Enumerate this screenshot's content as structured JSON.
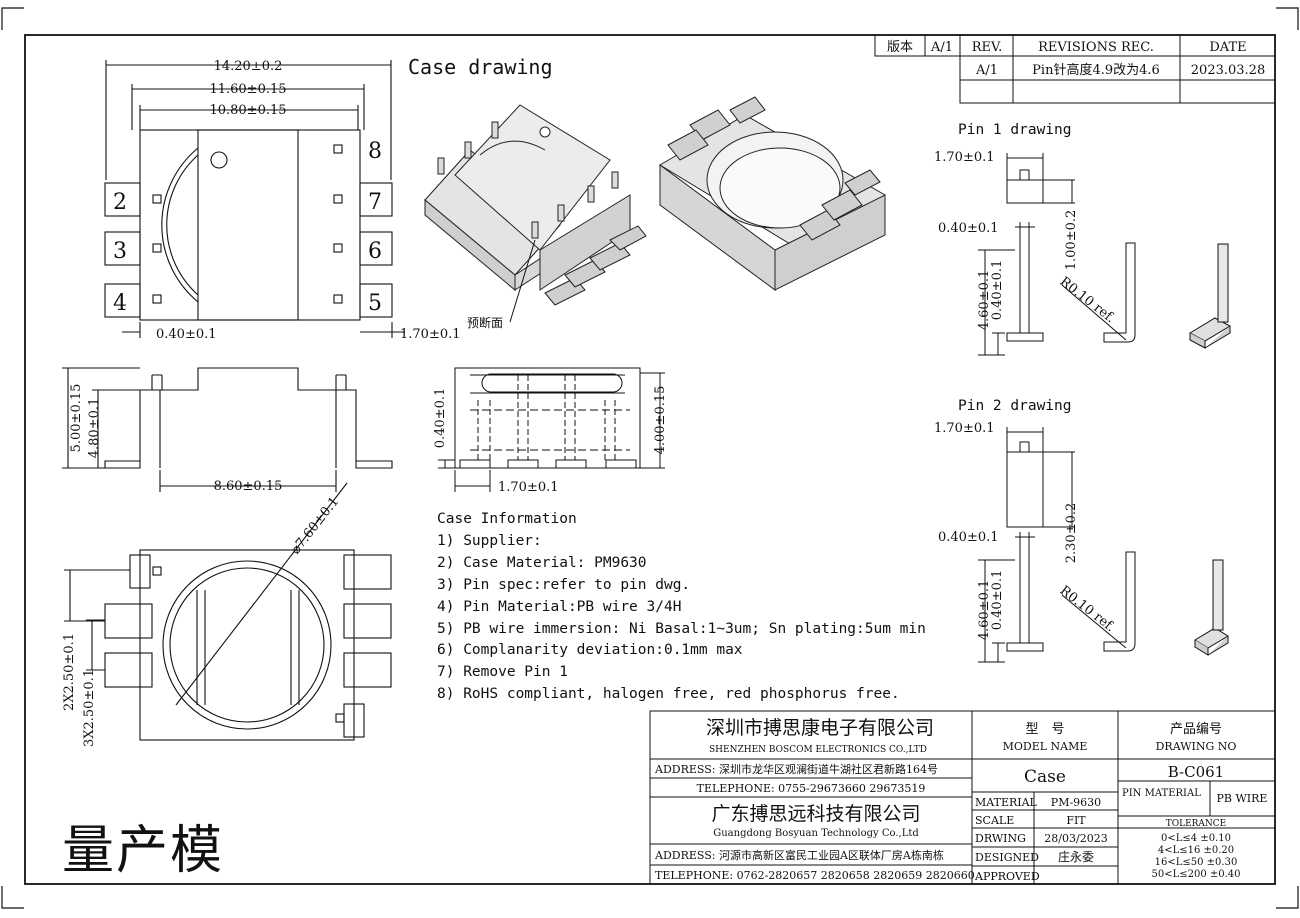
{
  "revision_table": {
    "version_label": "版本",
    "version_value": "A/1",
    "rev_header": "REV.",
    "rev_rec_header": "REVISIONS REC.",
    "date_header": "DATE",
    "rows": [
      {
        "rev": "A/1",
        "desc": "Pin针高度4.9改为4.6",
        "date": "2023.03.28"
      }
    ]
  },
  "case_drawing_title": "Case drawing",
  "pin1_title": "Pin 1 drawing",
  "pin2_title": "Pin 2 drawing",
  "top_view": {
    "dims": {
      "w1": "14.20±0.2",
      "w2": "11.60±0.15",
      "w3": "10.80±0.15",
      "left": "0.40±0.1",
      "right": "1.70±0.1"
    },
    "pins_left": [
      "2",
      "3",
      "4"
    ],
    "pins_right": [
      "8",
      "7",
      "6",
      "5"
    ],
    "break_label": "预断面"
  },
  "side_view": {
    "h1": "5.00±0.15",
    "h2": "4.80±0.1",
    "w": "8.60±0.15"
  },
  "front_view": {
    "h1": "0.40±0.1",
    "h2": "4.00±0.15",
    "w": "1.70±0.1"
  },
  "bottom_view": {
    "dia": "⌀7.60±0.1",
    "p1": "2X2.50±0.1",
    "p2": "3X2.50±0.1"
  },
  "pin1": {
    "w": "1.70±0.1",
    "t": "0.40±0.1",
    "h": "1.00±0.2",
    "len": "4.60±0.1",
    "t2": "0.40±0.1",
    "r": "R0.10 ref."
  },
  "pin2": {
    "w": "1.70±0.1",
    "t": "0.40±0.1",
    "h": "2.30±0.2",
    "len": "4.60±0.1",
    "t2": "0.40±0.1",
    "r": "R0.10 ref."
  },
  "case_information": {
    "header": "Case Information",
    "items": [
      "1) Supplier:",
      "2) Case Material: PM9630",
      "3) Pin spec:refer to pin dwg.",
      "4) Pin Material:PB wire 3/4H",
      "5) PB wire immersion: Ni Basal:1~3um; Sn plating:5um min",
      "6) Complanarity deviation:0.1mm max",
      "7) Remove Pin 1",
      "8) RoHS compliant, halogen free, red phosphorus free."
    ]
  },
  "title_block": {
    "company1_cn": "深圳市搏思康电子有限公司",
    "company1_en": "SHENZHEN BOSCOM ELECTRONICS CO.,LTD",
    "address1": "ADDRESS: 深圳市龙华区观澜街道牛湖社区君新路164号",
    "telephone1": "TELEPHONE: 0755-29673660 29673519",
    "company2_cn": "广东搏思远科技有限公司",
    "company2_en": "Guangdong Bosyuan Technology Co.,Ltd",
    "address2": "ADDRESS: 河源市高新区富民工业园A区联体厂房A栋南栋",
    "telephone2": "TELEPHONE: 0762-2820657 2820658 2820659 2820660",
    "model_label_cn": "型　号",
    "model_label_en": "MODEL NAME",
    "model_value": "Case",
    "drawing_label_cn": "产品编号",
    "drawing_label_en": "DRAWING NO",
    "drawing_value": "B-C061",
    "material_label": "MATERIAL",
    "material_value": "PM-9630",
    "pin_material_label": "PIN MATERIAL",
    "pin_material_value": "PB WIRE",
    "scale_label": "SCALE",
    "scale_value": "FIT",
    "tolerance_label": "TOLERANCE",
    "tolerances": [
      "0<L≤4  ±0.10",
      "4<L≤16  ±0.20",
      "16<L≤50  ±0.30",
      "50<L≤200 ±0.40"
    ],
    "drawing_label": "DRWING",
    "drawing_date": "28/03/2023",
    "designed_label": "DESIGNED",
    "designed_value": "庄永委",
    "approved_label": "APPROVED",
    "approved_value": ""
  },
  "stamp": "量产模"
}
